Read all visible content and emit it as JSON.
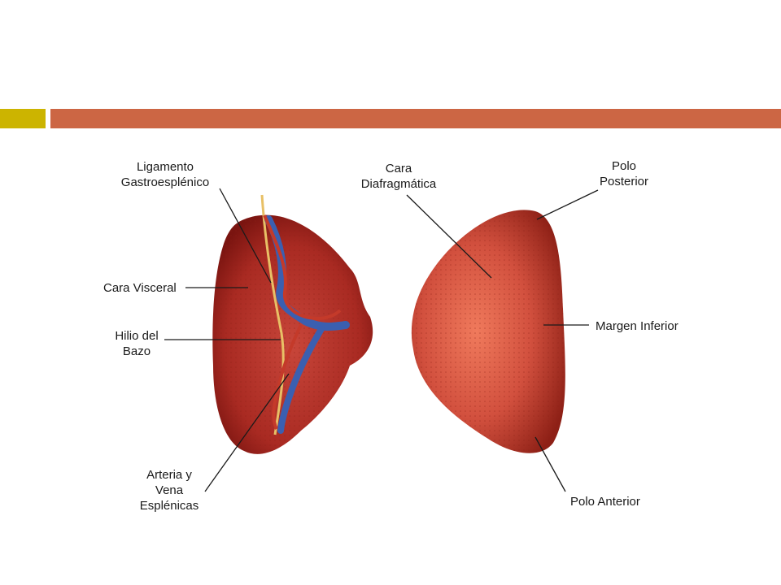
{
  "colors": {
    "accent_left": "#ccb400",
    "accent_right": "#cc6644",
    "organ_fill": "#b8322a",
    "organ_dark": "#7a1410",
    "vein": "#3b5fb0",
    "artery": "#c43a2a",
    "ligament": "#e8c066"
  },
  "labels": {
    "ligamento_line1": "Ligamento",
    "ligamento_line2": "Gastroesplénico",
    "cara_visceral": "Cara Visceral",
    "hilio_line1": "Hilio del",
    "hilio_line2": "Bazo",
    "arteria_line1": "Arteria y",
    "arteria_line2": "Vena",
    "arteria_line3": "Esplénicas",
    "cara_diaf_line1": "Cara",
    "cara_diaf_line2": "Diafragmática",
    "polo_post_line1": "Polo",
    "polo_post_line2": "Posterior",
    "margen_inferior": "Margen Inferior",
    "polo_anterior": "Polo Anterior"
  }
}
